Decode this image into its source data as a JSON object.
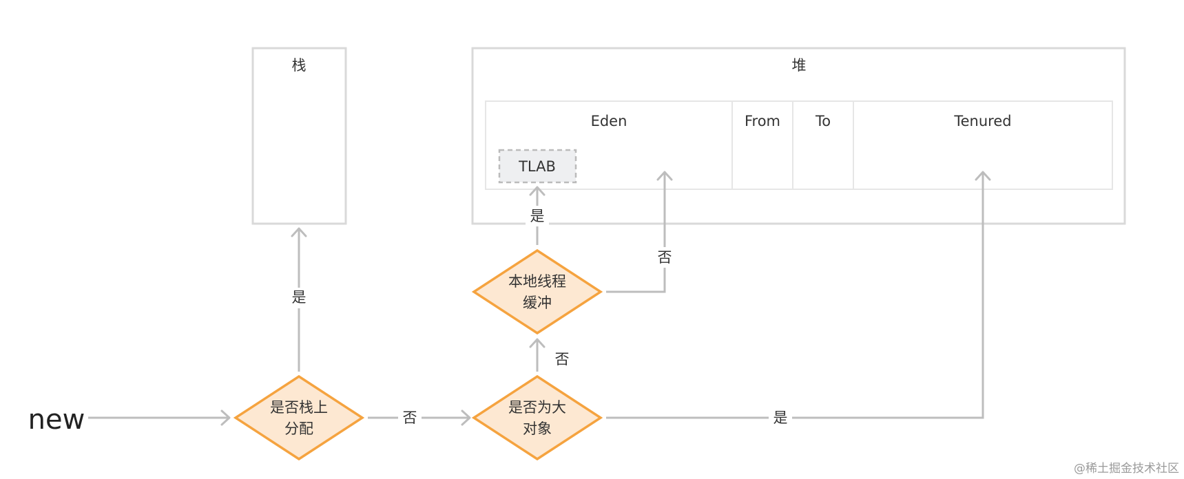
{
  "start": {
    "label": "new"
  },
  "stack": {
    "title": "栈"
  },
  "heap": {
    "title": "堆",
    "regions": {
      "eden": "Eden",
      "from": "From",
      "to": "To",
      "tenured": "Tenured"
    },
    "tlab": "TLAB"
  },
  "decisions": {
    "stack_alloc": {
      "line1": "是否栈上",
      "line2": "分配"
    },
    "large_object": {
      "line1": "是否为大",
      "line2": "对象"
    },
    "tlab_buffer": {
      "line1": "本地线程",
      "line2": "缓冲"
    }
  },
  "edges": {
    "stack_yes": "是",
    "stack_no": "否",
    "large_no": "否",
    "large_yes": "是",
    "tlab_yes": "是",
    "tlab_no": "否"
  },
  "colors": {
    "diamond_fill": "#fde8d2",
    "diamond_stroke": "#f5a33f",
    "line": "#bdbdbd",
    "box": "#d9d9d9"
  },
  "watermark": "@稀土掘金技术社区"
}
